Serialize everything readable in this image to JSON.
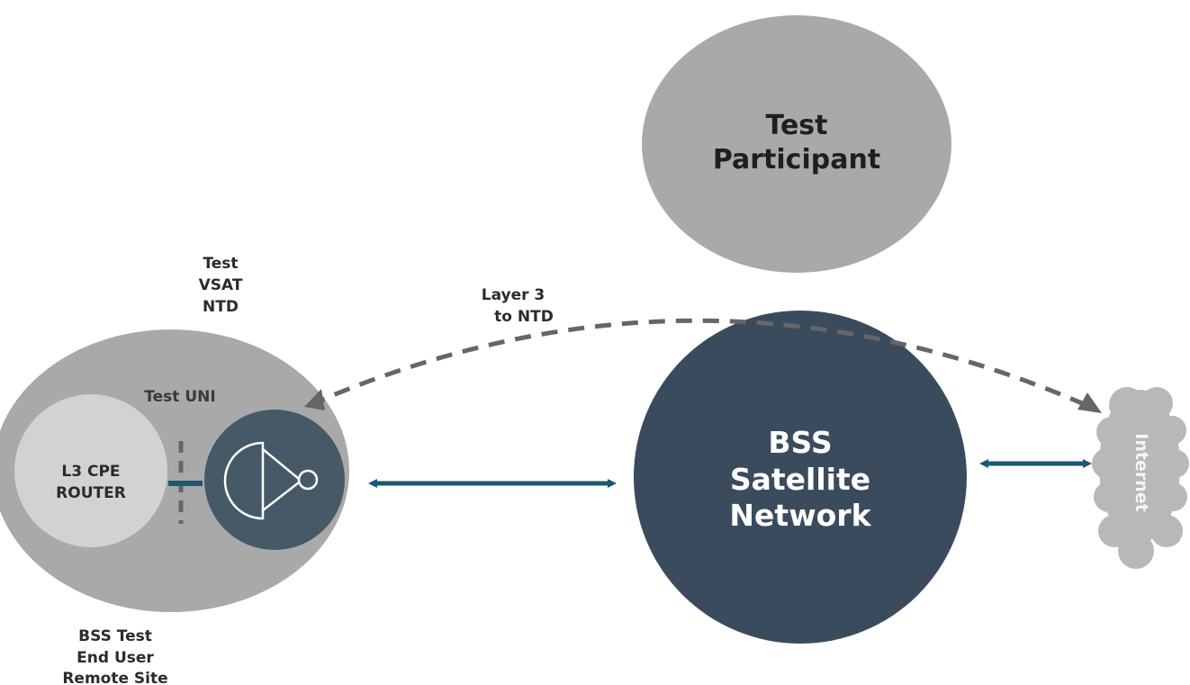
{
  "diagram": {
    "test_participant": {
      "line1": "Test",
      "line2": "Participant"
    },
    "vsat_label": {
      "line1": "Test",
      "line2": "VSAT",
      "line3": "NTD"
    },
    "layer3_label": {
      "line1": "Layer 3",
      "line2": "to NTD"
    },
    "test_uni_label": "Test UNI",
    "router_label": {
      "line1": "L3 CPE",
      "line2": "ROUTER"
    },
    "end_user_label": {
      "line1": "BSS Test",
      "line2": "End User",
      "line3": "Remote Site"
    },
    "network_label": {
      "line1": "BSS",
      "line2": "Satellite",
      "line3": "Network"
    },
    "cloud_label": "Internet",
    "colors": {
      "light_gray": "#a9a9a9",
      "lighter_gray": "#d2d2d2",
      "navy": "#3a4b5e",
      "slate": "#455a66",
      "arrow_teal": "#1b5873",
      "dashed_gray": "#666666",
      "cloud_gray": "#b8b8b8"
    },
    "icons": [
      "satellite-dish-icon",
      "cloud-icon"
    ]
  }
}
